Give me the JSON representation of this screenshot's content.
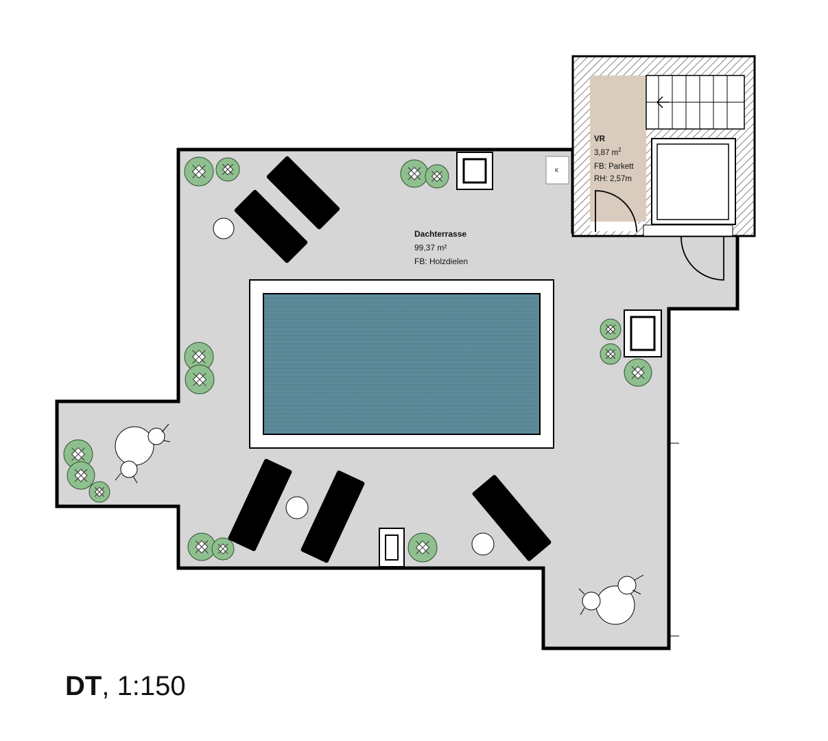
{
  "terrace": {
    "name": "Dachterrasse",
    "area": "99,37 m²",
    "floor": "FB: Holzdielen"
  },
  "vestibule": {
    "code": "VR",
    "area": "3,87 m",
    "area_sup": "2",
    "floor": "FB: Parkett",
    "height": "RH: 2,57m"
  },
  "kitchen_tag": "K",
  "footer": {
    "level": "DT",
    "sep": ", ",
    "scale": "1:150"
  },
  "colors": {
    "floor": "#d6d6d6",
    "wall": "#000000",
    "pool": "#5d8b99",
    "plant": "#8fbf8f",
    "parquet": "#d9cbbe"
  }
}
